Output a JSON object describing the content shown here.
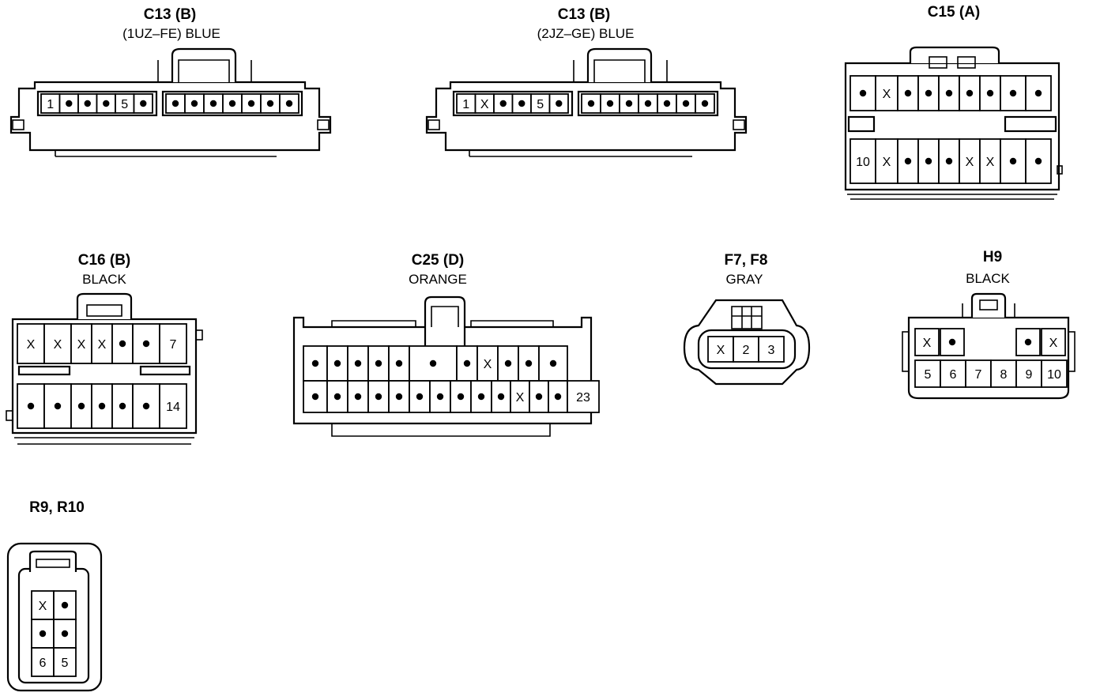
{
  "connectors": {
    "c13_1uz": {
      "title": "C13 (B)",
      "sub": "(1UZ–FE)  BLUE"
    },
    "c13_2jz": {
      "title": "C13 (B)",
      "sub": "(2JZ–GE)  BLUE"
    },
    "c15": {
      "title": "C15 (A)"
    },
    "c16": {
      "title": "C16 (B)",
      "sub": "BLACK"
    },
    "c25": {
      "title": "C25 (D)",
      "sub": "ORANGE"
    },
    "f7f8": {
      "title": "F7, F8",
      "sub": "GRAY"
    },
    "h9": {
      "title": "H9",
      "sub": "BLACK"
    },
    "r9r10": {
      "title": "R9, R10"
    }
  },
  "cavities": {
    "c13_1uz": {
      "left": [
        "1",
        "•",
        "•",
        "•",
        "5",
        "•"
      ],
      "right": [
        "•",
        "•",
        "•",
        "•",
        "•",
        "•",
        "•"
      ]
    },
    "c13_2jz": {
      "left": [
        "1",
        "X",
        "•",
        "•",
        "5",
        "•"
      ],
      "right": [
        "•",
        "•",
        "•",
        "•",
        "•",
        "•",
        "•"
      ]
    },
    "c15": {
      "top": [
        "•",
        "X",
        "•",
        "•",
        "•",
        "•",
        "•",
        "•",
        "•"
      ],
      "bottom": [
        "10",
        "X",
        "•",
        "•",
        "•",
        "X",
        "X",
        "•",
        "•"
      ]
    },
    "c16": {
      "top": [
        "X",
        "X",
        "X",
        "X",
        "•",
        "•",
        "7"
      ],
      "bottom": [
        "•",
        "•",
        "•",
        "•",
        "•",
        "•",
        "14"
      ]
    },
    "c25": {
      "top": [
        "•",
        "•",
        "•",
        "•",
        "•",
        "•",
        "•",
        "X",
        "•",
        "•",
        "•"
      ],
      "bottom": [
        "•",
        "•",
        "•",
        "•",
        "•",
        "•",
        "•",
        "•",
        "•",
        "•",
        "X",
        "•",
        "•",
        "23"
      ]
    },
    "f7f8": [
      "X",
      "2",
      "3"
    ],
    "h9": {
      "top": [
        "X",
        "•",
        "•",
        "X"
      ],
      "bottom": [
        "5",
        "6",
        "7",
        "8",
        "9",
        "10"
      ]
    },
    "r9r10": [
      "X",
      "•",
      "•",
      "•",
      "6",
      "5"
    ]
  }
}
